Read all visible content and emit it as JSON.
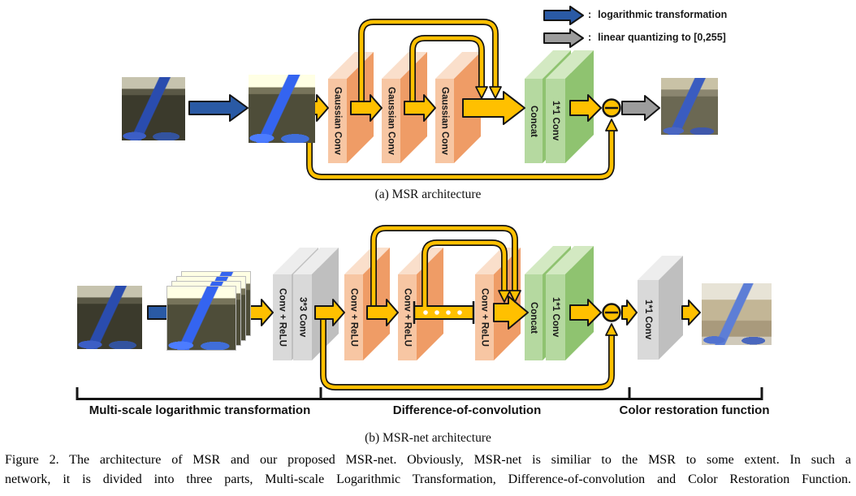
{
  "palette": {
    "arrow_yellow": "#FFC000",
    "arrow_blue": "#2A5AA5",
    "arrow_gray": "#9C9C9C",
    "block_orange_front": "#F7C6A3",
    "block_orange_side": "#EF9C66",
    "block_green_front": "#B5D9A0",
    "block_green_side": "#8FC370",
    "block_gray_front": "#D9D9D9",
    "block_gray_side": "#BFBFBF"
  },
  "legend": {
    "items": [
      {
        "icon": "blue-arrow",
        "separator": ":",
        "label": "logarithmic transformation"
      },
      {
        "icon": "gray-arrow",
        "separator": ":",
        "label": "linear quantizing to [0,255]"
      }
    ]
  },
  "msr": {
    "caption": "(a) MSR architecture",
    "blocks": {
      "gaussian_conv": "Gaussian Conv",
      "concat": "Concat",
      "conv_1x1": "1*1 Conv"
    }
  },
  "msrnet": {
    "caption": "(b) MSR-net architecture",
    "blocks": {
      "conv_relu": "Conv + ReLU",
      "conv_3x3": "3*3 Conv",
      "concat": "Concat",
      "conv_1x1": "1*1 Conv",
      "final_conv_1x1": "1*1 Conv"
    },
    "sections": [
      "Multi-scale logarithmic transformation",
      "Difference-of-convolution",
      "Color restoration function"
    ]
  },
  "figure_caption": {
    "line1": "Figure 2. The architecture of MSR and our proposed MSR-net.  Obviously, MSR-net is similiar to the MSR to some extent.  In such a",
    "line2": "network, it is divided into three parts, Multi-scale Logarithmic Transformation, Difference-of-convolution and Color Restoration Function."
  }
}
